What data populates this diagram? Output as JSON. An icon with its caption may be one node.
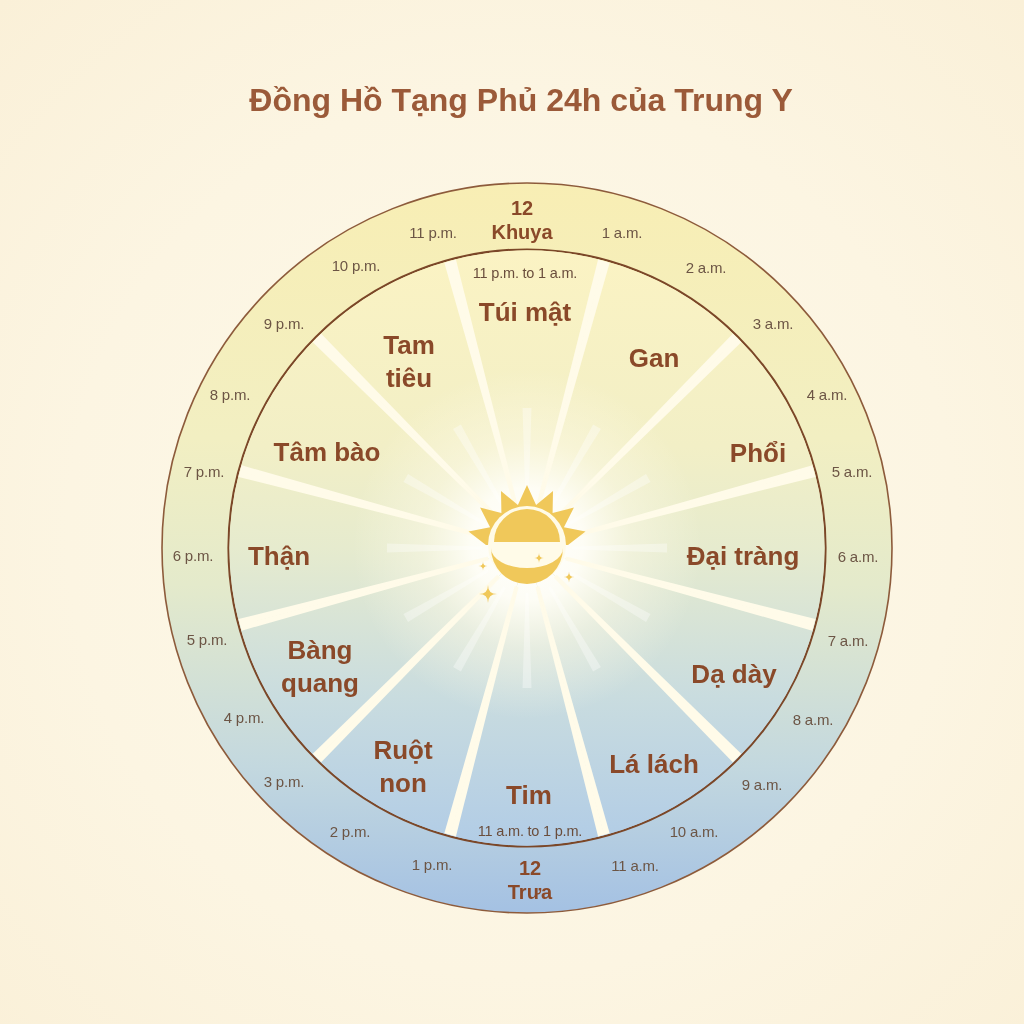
{
  "diagram": {
    "title": "Đồng Hồ Tạng Phủ 24h của Trung Y",
    "nodes": [
      {
        "text": [
          "11 p.m. to 1 a.m.",
          "Túi mật"
        ]
      },
      {
        "text": [
          "Gan"
        ]
      },
      {
        "text": [
          "Phổi"
        ]
      },
      {
        "text": [
          "Đại tràng"
        ]
      },
      {
        "text": [
          "Dạ dày"
        ]
      },
      {
        "text": [
          "Lá lách"
        ]
      },
      {
        "text": [
          "Tim",
          "11 a.m. to 1 p.m."
        ]
      },
      {
        "text": [
          "Ruột non"
        ]
      },
      {
        "text": [
          "Bàng quang"
        ]
      },
      {
        "text": [
          "Thận"
        ]
      },
      {
        "text": [
          "Tâm bào"
        ]
      },
      {
        "text": [
          "Tam tiêu"
        ]
      }
    ],
    "labels": [
      "12 Khuya",
      "1 a.m.",
      "2 a.m.",
      "3 a.m.",
      "4 a.m.",
      "5 a.m.",
      "6 a.m.",
      "7 a.m.",
      "8 a.m.",
      "9 a.m.",
      "10 a.m.",
      "11 a.m.",
      "12 Trưa",
      "1 p.m.",
      "2 p.m.",
      "3 p.m.",
      "4 p.m.",
      "5 p.m.",
      "6 p.m.",
      "7 p.m.",
      "8 p.m.",
      "9 p.m.",
      "10 p.m.",
      "11 p.m."
    ]
  }
}
